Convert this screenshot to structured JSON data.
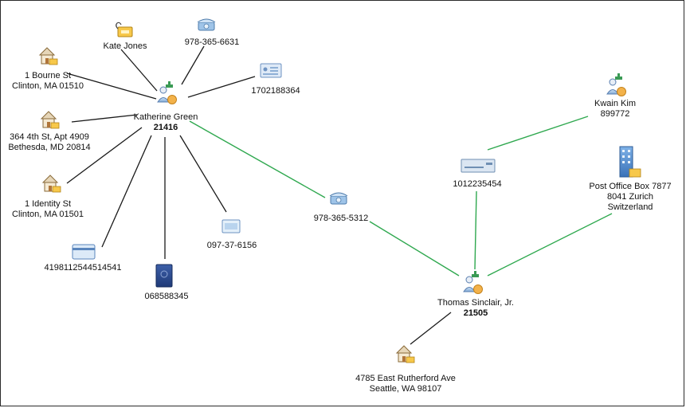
{
  "colors": {
    "link_central": "#1a1a1a",
    "link_connection": "#2fa84f",
    "frame": "#2a2a2a"
  },
  "nodes": {
    "katherine_green": {
      "icon": "person-icon",
      "name": "Katherine Green",
      "id": "21416"
    },
    "kate_jones": {
      "icon": "alias-tag-icon",
      "name": "Kate Jones"
    },
    "phone_6631": {
      "icon": "telephone-icon",
      "text": "978-365-6631"
    },
    "card_1702": {
      "icon": "id-card-icon",
      "text": "1702188364"
    },
    "addr_bourne": {
      "icon": "house-icon",
      "line1": "1 Bourne St",
      "line2": "Clinton, MA 01510"
    },
    "addr_4th": {
      "icon": "house-icon",
      "line1": "364 4th St, Apt 4909",
      "line2": "Bethesda, MD 20814"
    },
    "addr_identity": {
      "icon": "house-icon",
      "line1": "1 Identity St",
      "line2": "Clinton, MA 01501"
    },
    "credit_card": {
      "icon": "credit-card-icon",
      "text": "4198112544514541"
    },
    "passport": {
      "icon": "passport-icon",
      "text": "068588345"
    },
    "ssn_card": {
      "icon": "ssn-card-icon",
      "text": "097-37-6156"
    },
    "phone_5312": {
      "icon": "telephone-icon",
      "text": "978-365-5312"
    },
    "bank_account": {
      "icon": "bank-check-icon",
      "text": "1012235454"
    },
    "kwain_kim": {
      "icon": "person-icon",
      "name": "Kwain Kim",
      "id": "899772"
    },
    "po_box": {
      "icon": "building-icon",
      "line1": "Post Office Box 7877",
      "line2": "8041  Zurich",
      "line3": "Switzerland"
    },
    "thomas_sinclair": {
      "icon": "person-icon",
      "name": "Thomas Sinclair, Jr.",
      "id": "21505"
    },
    "addr_seattle": {
      "icon": "house-icon",
      "line1": "4785 East Rutherford Ave",
      "line2": "Seattle, WA 98107"
    }
  }
}
